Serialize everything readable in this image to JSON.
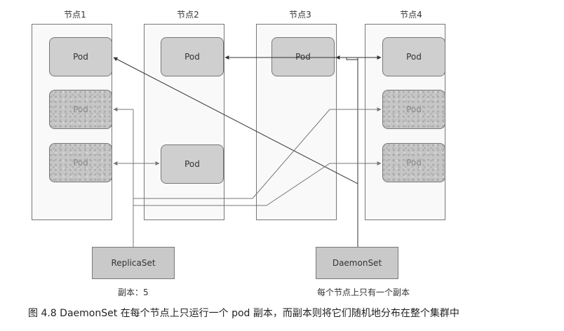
{
  "nodes": [
    {
      "label": "节点1"
    },
    {
      "label": "节点2"
    },
    {
      "label": "节点3"
    },
    {
      "label": "节点4"
    }
  ],
  "pod_label": "Pod",
  "replicaset": {
    "label": "ReplicaSet",
    "note": "副本：5"
  },
  "daemonset": {
    "label": "DaemonSet",
    "note": "每个节点上只有一个副本"
  },
  "caption": "图 4.8   DaemonSet 在每个节点上只运行一个 pod 副本，而副本则将它们随机地分布在整个集群中",
  "colors": {
    "pod_fill": "#cfcfcf",
    "speckled_pod_fill": "#c6c6c6",
    "controller_fill": "#c9c9c9",
    "line": "#333333"
  }
}
